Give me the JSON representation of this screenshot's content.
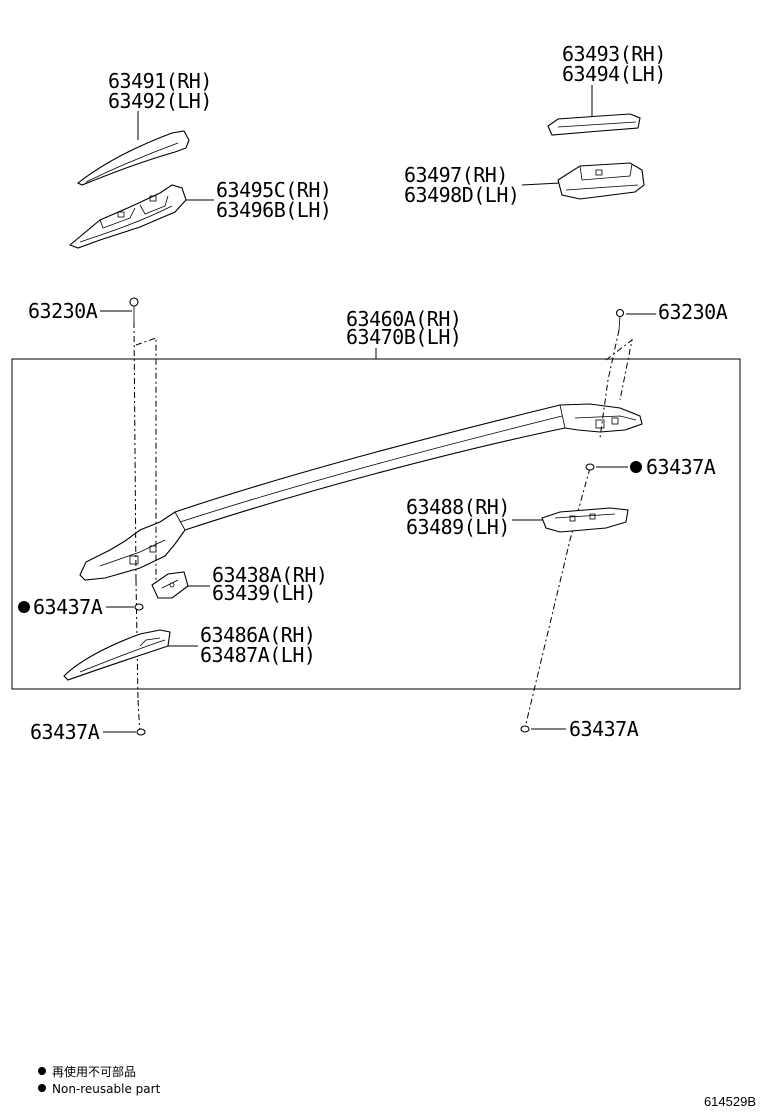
{
  "labels": {
    "p63491": "63491(RH)",
    "p63492": "63492(LH)",
    "p63493": "63493(RH)",
    "p63494": "63494(LH)",
    "p63495c": "63495C(RH)",
    "p63496b": "63496B(LH)",
    "p63497": "63497(RH)",
    "p63498d": "63498D(LH)",
    "p63230a_left": "63230A",
    "p63230a_right": "63230A",
    "p63460a": "63460A(RH)",
    "p63470b": "63470B(LH)",
    "p63437a_upper_right": "63437A",
    "p63488": "63488(RH)",
    "p63489": "63489(LH)",
    "p63438a": "63438A(RH)",
    "p63439": "63439(LH)",
    "p63437a_mid_left": "63437A",
    "p63486a": "63486A(RH)",
    "p63487a": "63487A(LH)",
    "p63437a_bottom_left": "63437A",
    "p63437a_bottom_right": "63437A"
  },
  "legend": {
    "non_reusable_jp": "再使用不可部品",
    "non_reusable_en": "Non-reusable part"
  },
  "diagram_code": "614529B"
}
